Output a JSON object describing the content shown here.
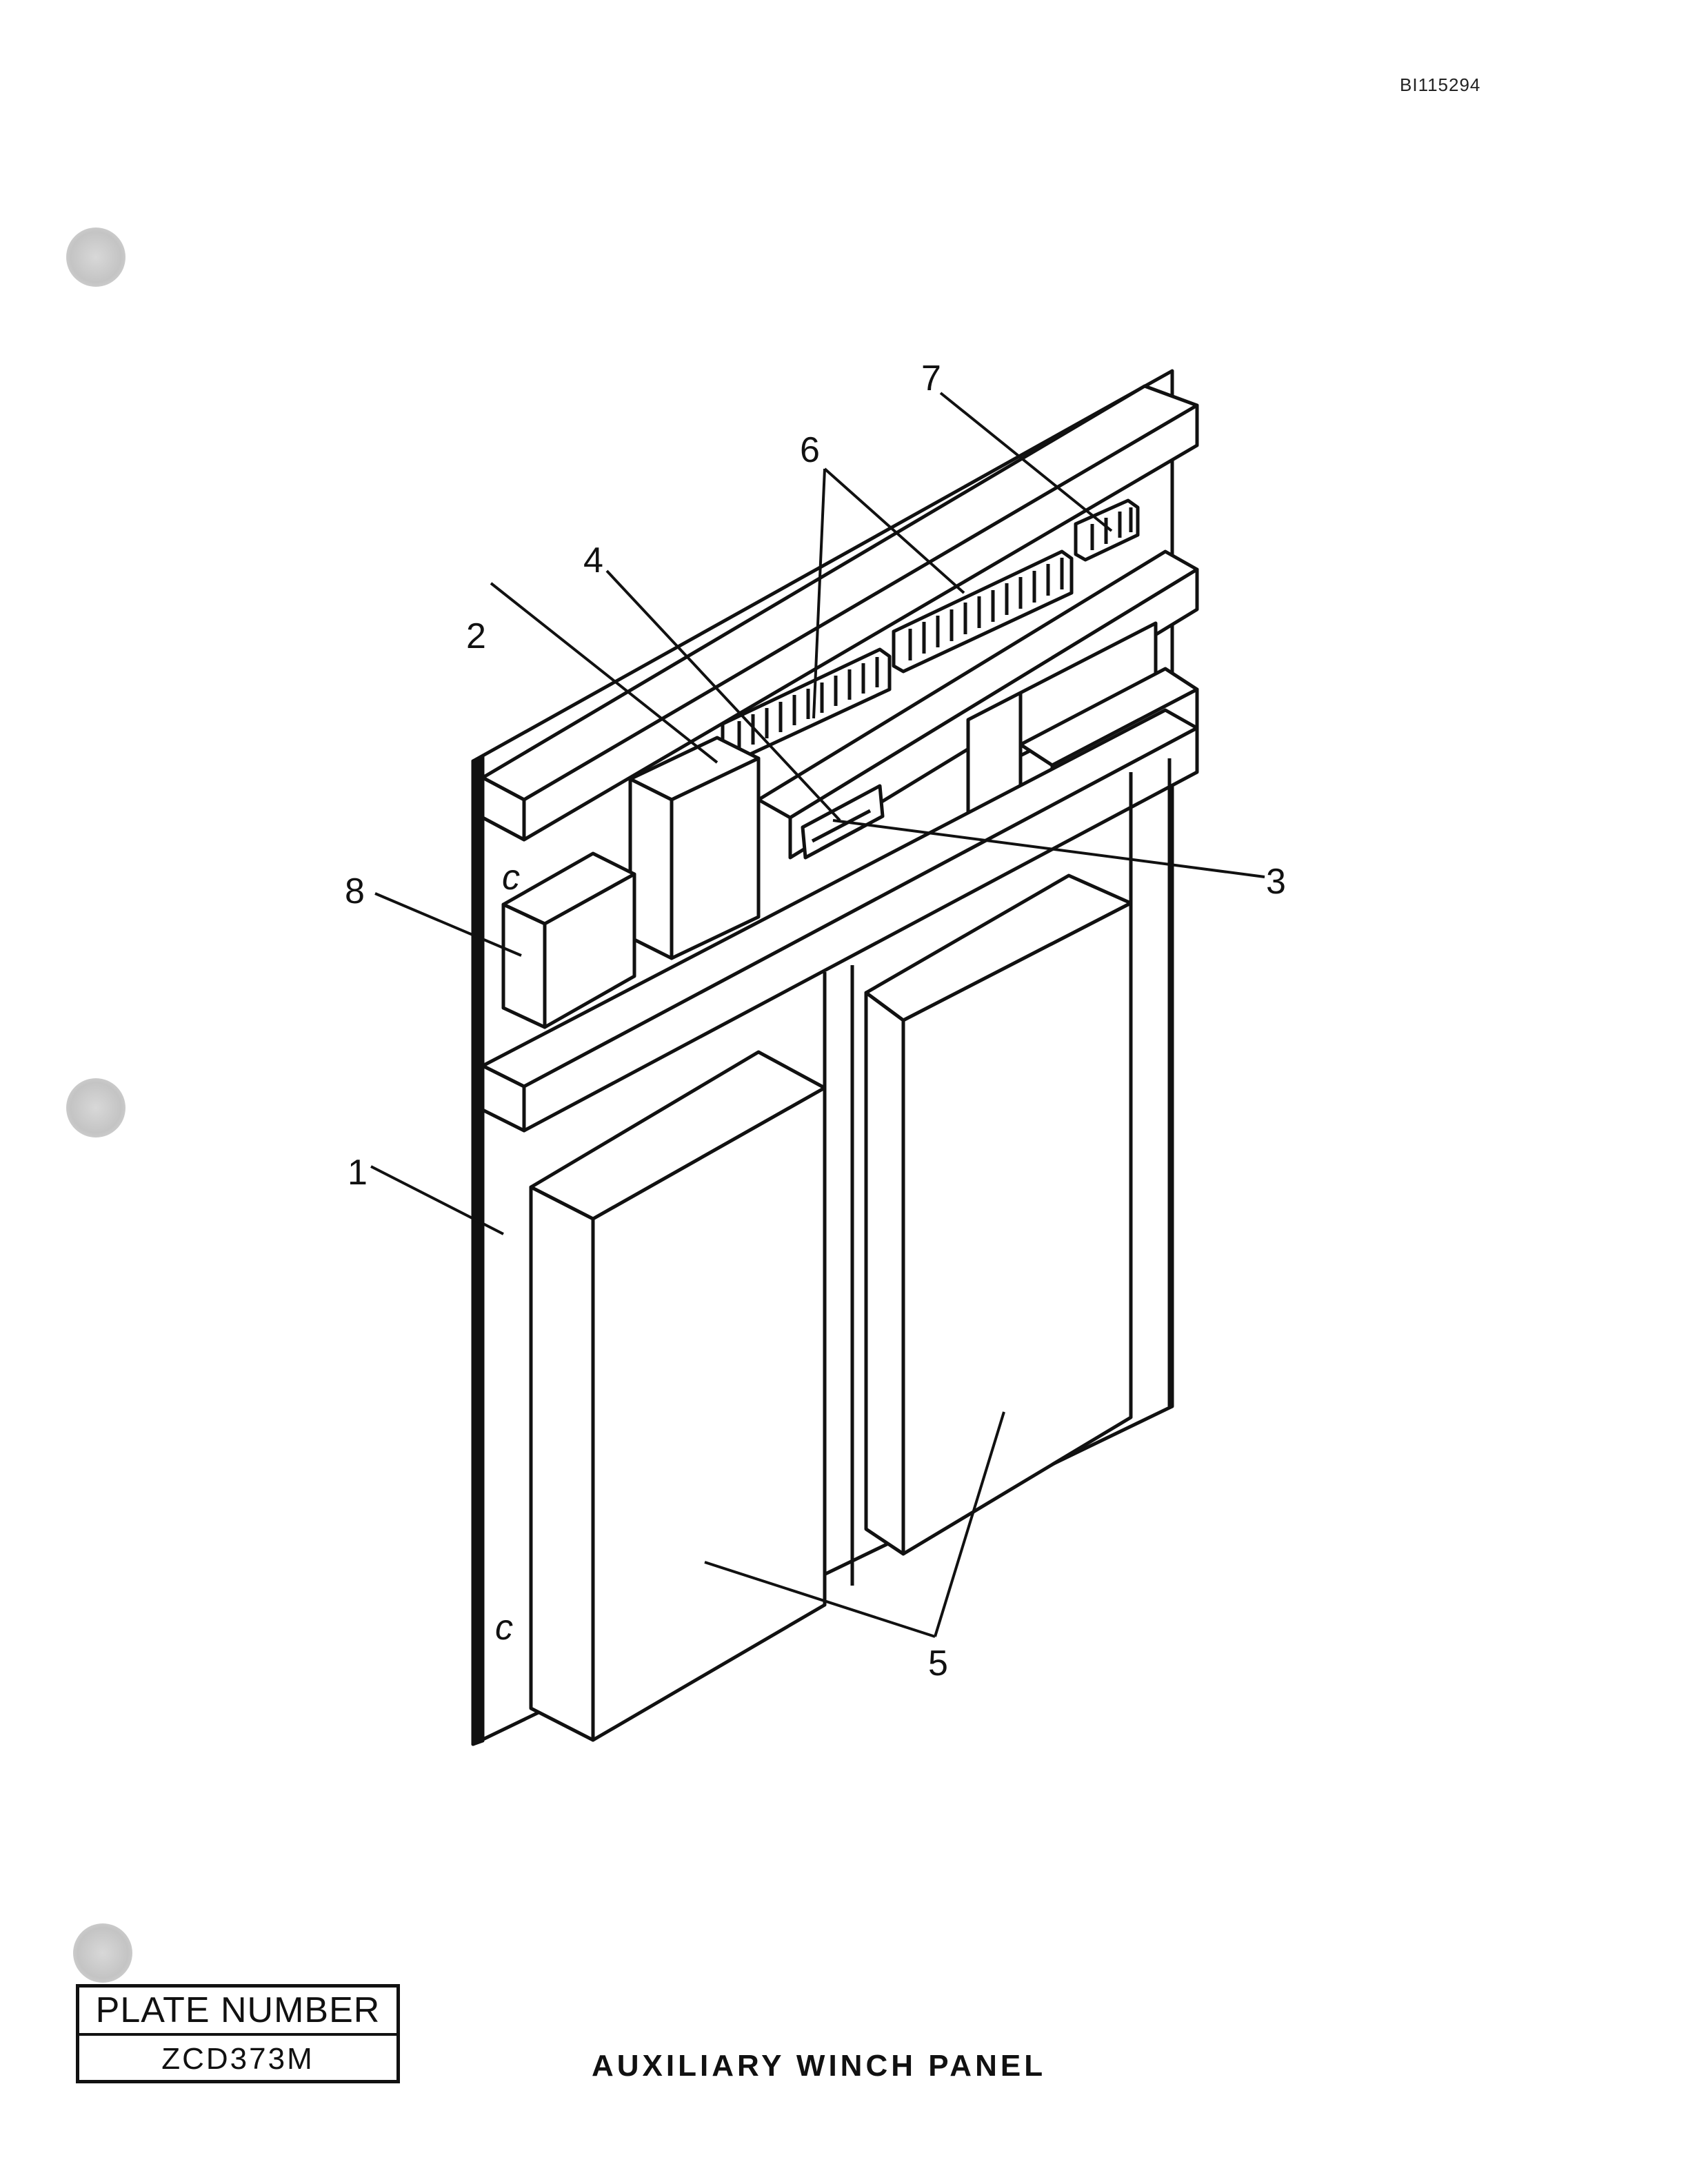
{
  "document_id": "BI115294",
  "diagram": {
    "callouts": {
      "c1": "1",
      "c2": "2",
      "c3": "3",
      "c4": "4",
      "c5": "5",
      "c6": "6",
      "c7": "7",
      "c8": "8"
    },
    "mounting_marks": [
      "c",
      "c"
    ]
  },
  "plate": {
    "label": "PLATE NUMBER",
    "number": "ZCD373M"
  },
  "title": "AUXILIARY WINCH PANEL"
}
